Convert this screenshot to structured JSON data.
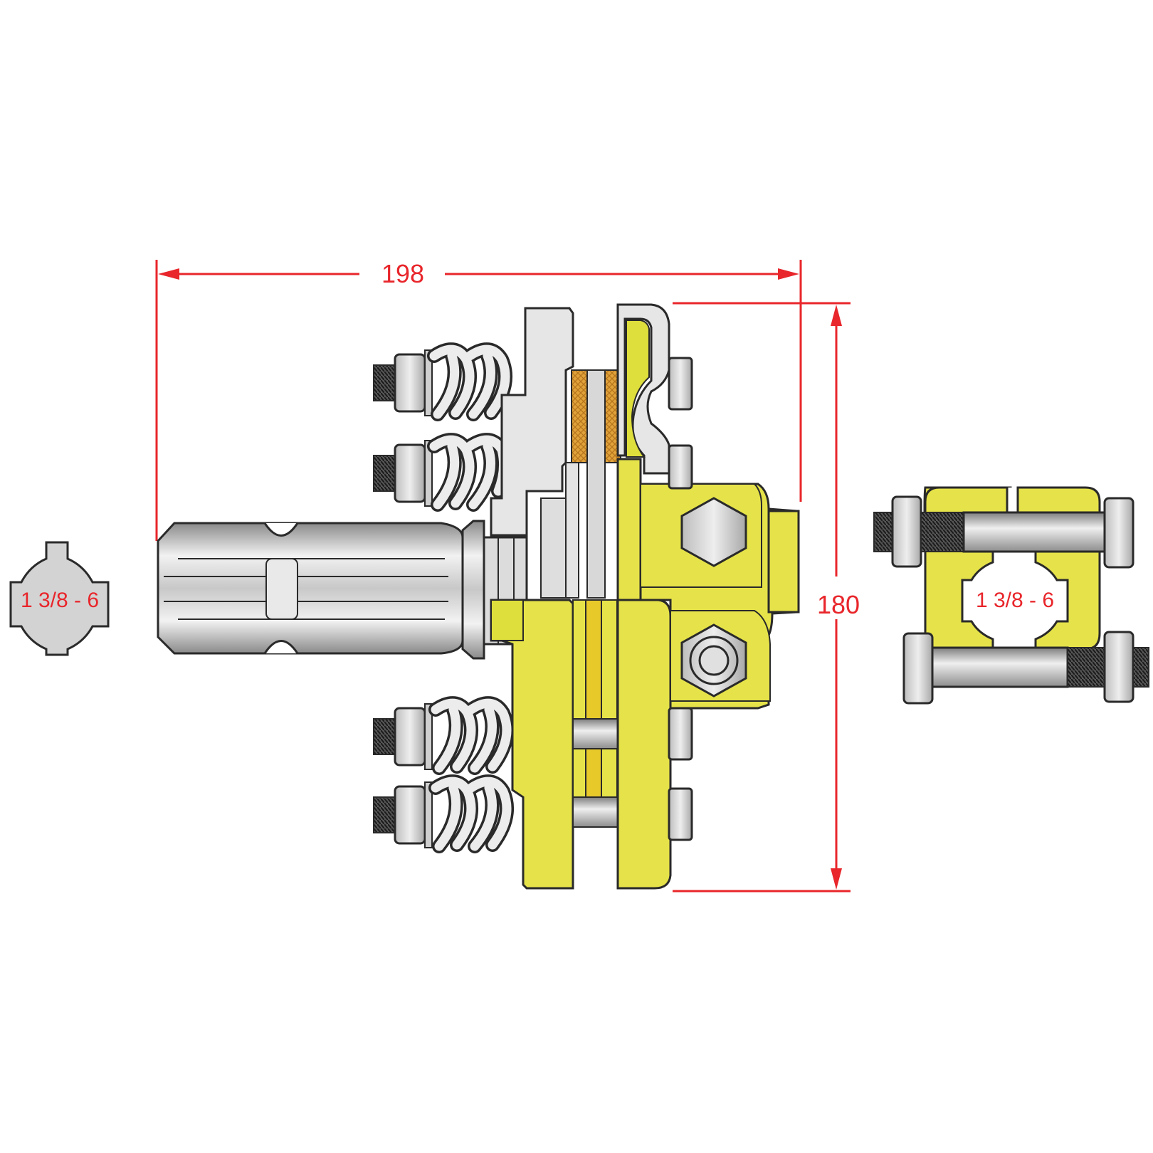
{
  "dimensions": {
    "width_label": "198",
    "height_label": "180"
  },
  "spline_spec": {
    "left_profile_label": "1 3/8 - 6",
    "right_yoke_label": "1 3/8 - 6"
  },
  "colors": {
    "dimension_red": "#e8262b",
    "yellow": "#e6e34a",
    "yellow_dark": "#c9c42a",
    "steel": "#d6d6d6",
    "steel_dark": "#9a9a9a",
    "outline": "#2a2a2a",
    "friction_orange": "#e0a23a"
  }
}
